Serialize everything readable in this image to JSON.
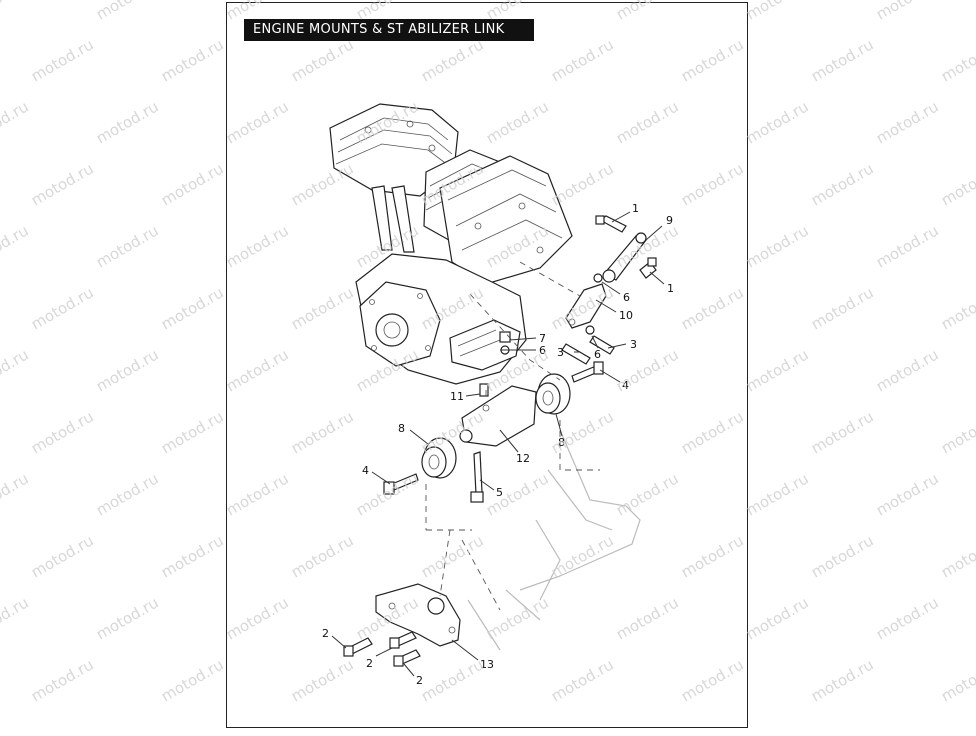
{
  "title": "ENGINE MOUNTS & ST ABILIZER LINK",
  "watermark": "motod.ru",
  "callouts": [
    "1",
    "9",
    "1",
    "6",
    "10",
    "7",
    "6",
    "3",
    "3",
    "6",
    "4",
    "11",
    "8",
    "8",
    "12",
    "4",
    "5",
    "2",
    "2",
    "2",
    "13"
  ]
}
